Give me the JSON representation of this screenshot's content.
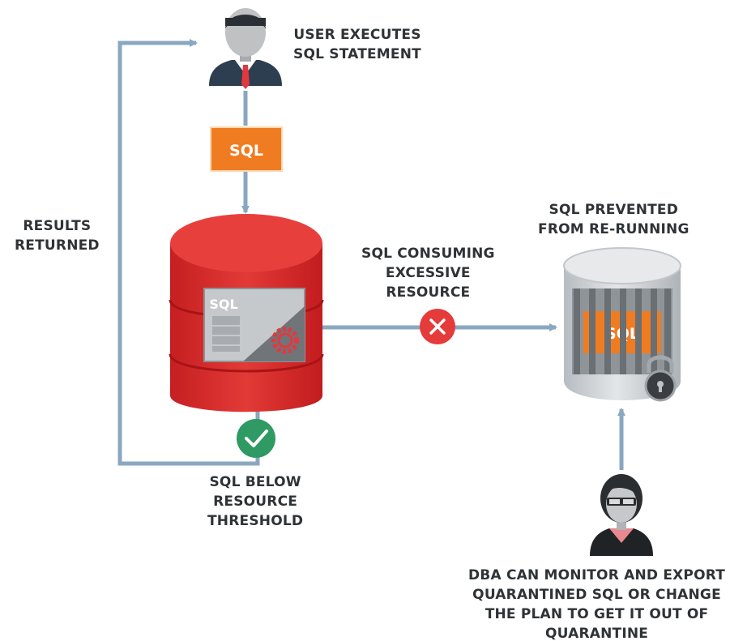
{
  "labels": {
    "user_executes": [
      "USER EXECUTES",
      "SQL STATEMENT"
    ],
    "results_returned": [
      "RESULTS",
      "RETURNED"
    ],
    "sql_consuming": [
      "SQL CONSUMING",
      "EXCESSIVE",
      "RESOURCE"
    ],
    "sql_prevented": [
      "SQL PREVENTED",
      "FROM RE-RUNNING"
    ],
    "sql_below": [
      "SQL BELOW",
      "RESOURCE",
      "THRESHOLD"
    ],
    "dba_text": [
      "DBA CAN MONITOR AND EXPORT",
      "QUARANTINED SQL OR CHANGE",
      "THE PLAN TO GET IT OUT OF",
      "QUARANTINE"
    ]
  },
  "sql_box_label": "SQL",
  "db_panel_label": "SQL",
  "quarantine_label": "SQL",
  "colors": {
    "arrow": "#8aa7c0",
    "sql_orange": "#f07c22",
    "db_red": "#d62a2a",
    "check_green": "#2f9a63",
    "error_red": "#e53b3b",
    "cylinder_grey": "#c9cdd1",
    "text": "#2f3336"
  },
  "icons": [
    "user-icon",
    "database-icon",
    "gear-icon",
    "check-icon",
    "error-x-icon",
    "quarantine-cylinder-icon",
    "padlock-icon",
    "dba-icon"
  ]
}
